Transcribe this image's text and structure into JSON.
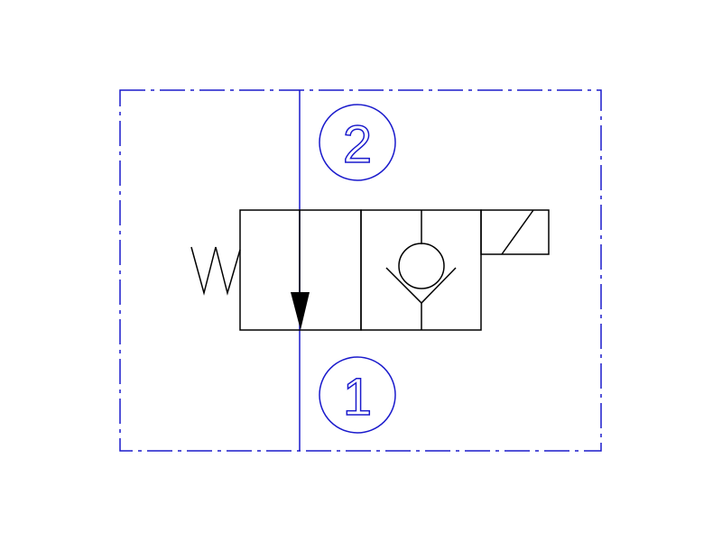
{
  "diagram": {
    "type": "hydraulic-valve-schematic",
    "ports": [
      {
        "label": "2"
      },
      {
        "label": "1"
      }
    ],
    "colors": {
      "envelope": "#1a1acc",
      "symbol": "#000000"
    }
  }
}
